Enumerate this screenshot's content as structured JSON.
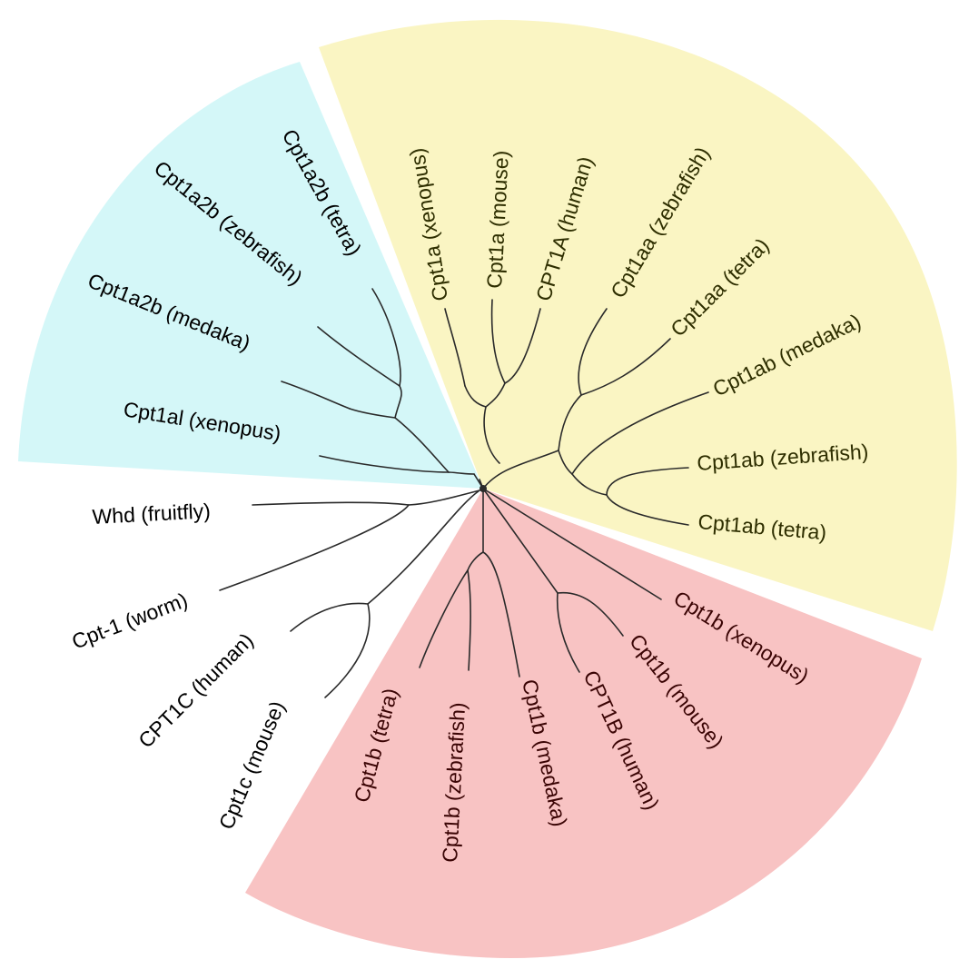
{
  "colors": {
    "cpt1a_clade": "#faf5c3",
    "cpt1b_clade": "#f8c3c3",
    "cpt1a2_clade": "#d4f7f8",
    "text_cpt1a": "#2e2e00",
    "text_cpt1b": "#3a0404",
    "text_cpt1a2": "#000000",
    "text_outgroup": "#000000",
    "branch": "#2a2a2a"
  },
  "labels": {
    "cpt1a_xenopus": "Cpt1a (xenopus)",
    "cpt1a_mouse": "Cpt1a (mouse)",
    "cpt1a_human": "CPT1A (human)",
    "cpt1aa_zebrafish": "Cpt1aa (zebrafish)",
    "cpt1aa_tetra": "Cpt1aa (tetra)",
    "cpt1ab_medaka": "Cpt1ab (medaka)",
    "cpt1ab_zebrafish": "Cpt1ab (zebrafish)",
    "cpt1ab_tetra": "Cpt1ab (tetra)",
    "cpt1b_xenopus": "Cpt1b (xenopus)",
    "cpt1b_mouse": "Cpt1b (mouse)",
    "cpt1b_human": "CPT1B (human)",
    "cpt1b_medaka": "Cpt1b (medaka)",
    "cpt1b_zebrafish": "Cpt1b (zebrafish)",
    "cpt1b_tetra": "Cpt1b (tetra)",
    "cpt1c_mouse": "Cpt1c (mouse)",
    "cpt1c_human": "CPT1C (human)",
    "cpt1_worm": "Cpt-1 (worm)",
    "whd_fruitfly": "Whd (fruitfly)",
    "cpt1al_xenopus": "Cpt1al (xenopus)",
    "cpt1a2b_medaka": "Cpt1a2b (medaka)",
    "cpt1a2b_zebrafish": "Cpt1a2b (zebrafish)",
    "cpt1a2b_tetra": "Cpt1a2b (tetra)"
  }
}
